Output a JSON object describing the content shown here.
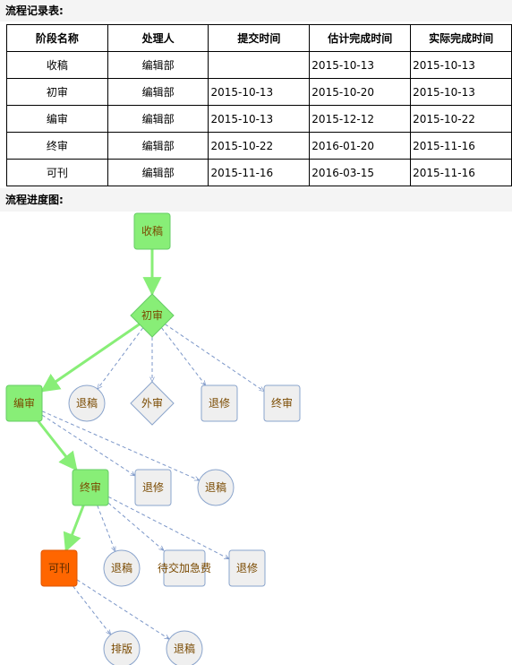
{
  "records_title": "流程记录表:",
  "progress_title": "流程进度图:",
  "table": {
    "headers": [
      "阶段名称",
      "处理人",
      "提交时间",
      "估计完成时间",
      "实际完成时间"
    ],
    "rows": [
      [
        "收稿",
        "编辑部",
        "",
        "2015-10-13",
        "2015-10-13"
      ],
      [
        "初审",
        "编辑部",
        "2015-10-13",
        "2015-10-20",
        "2015-10-13"
      ],
      [
        "编审",
        "编辑部",
        "2015-10-13",
        "2015-12-12",
        "2015-10-22"
      ],
      [
        "终审",
        "编辑部",
        "2015-10-22",
        "2016-01-20",
        "2015-11-16"
      ],
      [
        "可刊",
        "编辑部",
        "2015-11-16",
        "2016-03-15",
        "2015-11-16"
      ]
    ]
  },
  "flow": {
    "colors": {
      "done_fill": "#88ee77",
      "done_stroke": "#66cc66",
      "current_fill": "#ff6600",
      "current_stroke": "#dd5500",
      "option_fill": "#efefef",
      "option_stroke": "#8aa4cc",
      "main_edge": "#88ee77",
      "option_edge": "#7b96c8",
      "text": "#7a4a00"
    },
    "nodes": {
      "shougao": "收稿",
      "chushen": "初审",
      "bianshen": "编审",
      "zhongshen": "终审",
      "kekan": "可刊",
      "tuigao1": "退稿",
      "waishen": "外审",
      "tuixiu1": "退修",
      "zhongshen_opt": "终审",
      "tuixiu2": "退修",
      "tuigao2": "退稿",
      "tuigao3": "退稿",
      "daijiao": "待交加急费",
      "tuixiu3": "退修",
      "paiban": "排版",
      "tuigao4": "退稿"
    }
  }
}
